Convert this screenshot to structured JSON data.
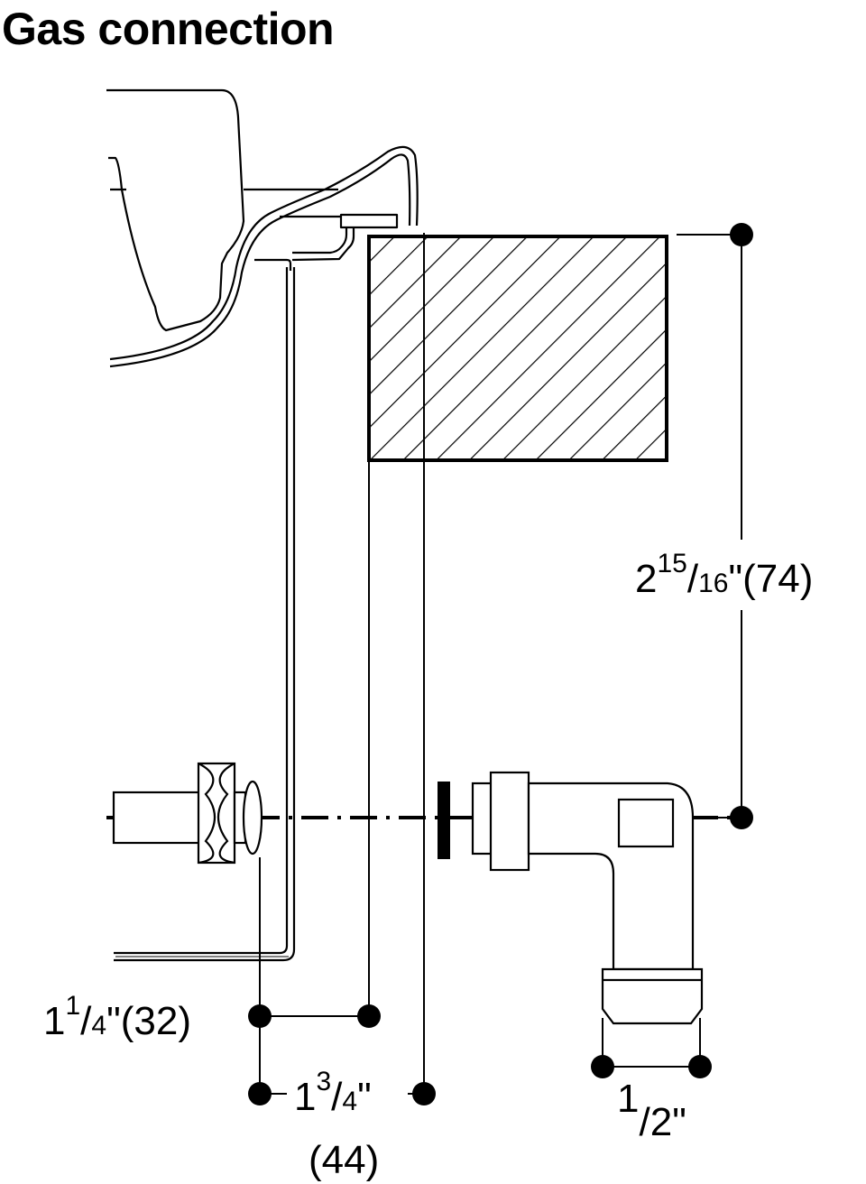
{
  "title": "Gas connection",
  "dimensions": {
    "height_right": {
      "whole": "2",
      "num": "15",
      "slash": "/",
      "den": "16",
      "inch": "\"",
      "metric": "(74)"
    },
    "offset_left": {
      "whole": "1",
      "num": "1",
      "slash": "/",
      "den": "4",
      "inch": "\"",
      "metric": "(32)"
    },
    "offset_center": {
      "whole": "1",
      "num": "3",
      "slash": "/",
      "den": "4",
      "inch": "\"",
      "metric": "(44)"
    },
    "thread_size": {
      "num": "1",
      "slash": "/",
      "den": "2",
      "inch": "\""
    }
  }
}
